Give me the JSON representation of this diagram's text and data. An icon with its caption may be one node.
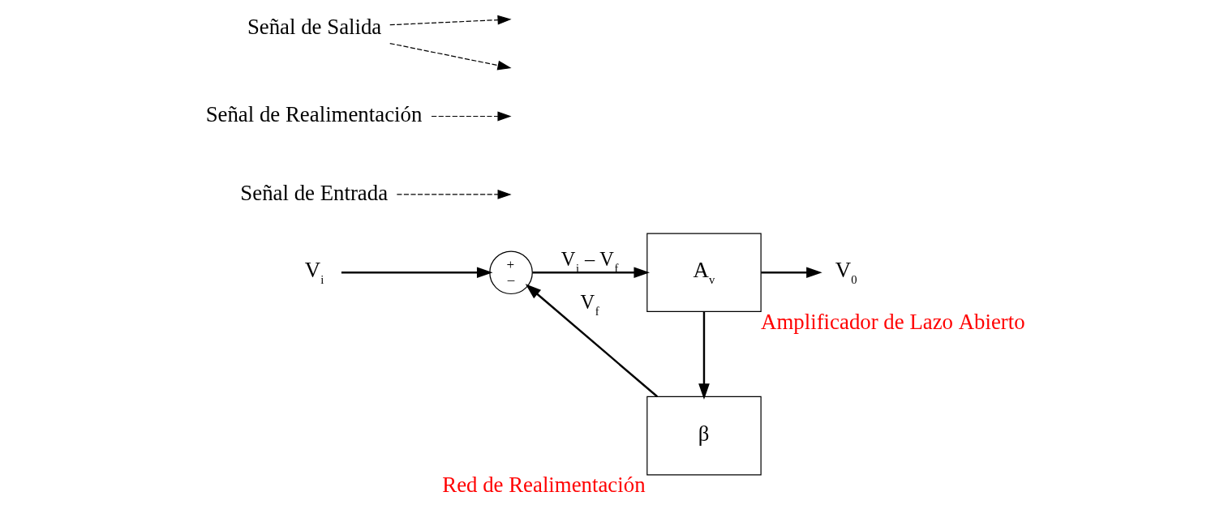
{
  "diagram": {
    "nodes": [
      {
        "text": [
          "V$_{i}$"
        ]
      },
      {
        "text": [
          "+",
          "–"
        ]
      },
      {
        "text": [
          "A$_{v}$"
        ],
        "beside": [
          "Amplificador de Lazo Abierto"
        ]
      },
      {
        "text": [
          "β"
        ],
        "beside": [
          "Red de Realimentación"
        ]
      },
      {
        "text": [
          "V$_{0}$"
        ]
      },
      {
        "text": [
          "Señal de Entrada"
        ]
      },
      {
        "text": [
          "Señal de Realimentación"
        ]
      },
      {
        "text": [
          "Señal de Salida"
        ]
      }
    ],
    "edges": [
      {
        "from": 0,
        "to": 1,
        "arrow": "to"
      },
      {
        "from": 1,
        "to": 2,
        "arrow": "to",
        "label": "V$_{i}$ – V$_{f}$"
      },
      {
        "from": 2,
        "to": 4,
        "arrow": "to"
      },
      {
        "from": 2,
        "to": 3,
        "arrow": "to"
      },
      {
        "from": 3,
        "to": 1,
        "arrow": "to",
        "label": "V$_{f}$"
      },
      {
        "from": 5,
        "to": null,
        "arrow": "to",
        "style": "dashed"
      },
      {
        "from": 6,
        "to": null,
        "arrow": "to",
        "style": "dashed"
      },
      {
        "from": 7,
        "to": null,
        "arrow": "to",
        "style": "dashed"
      },
      {
        "from": 7,
        "to": null,
        "arrow": "to",
        "style": "dashed"
      }
    ]
  }
}
